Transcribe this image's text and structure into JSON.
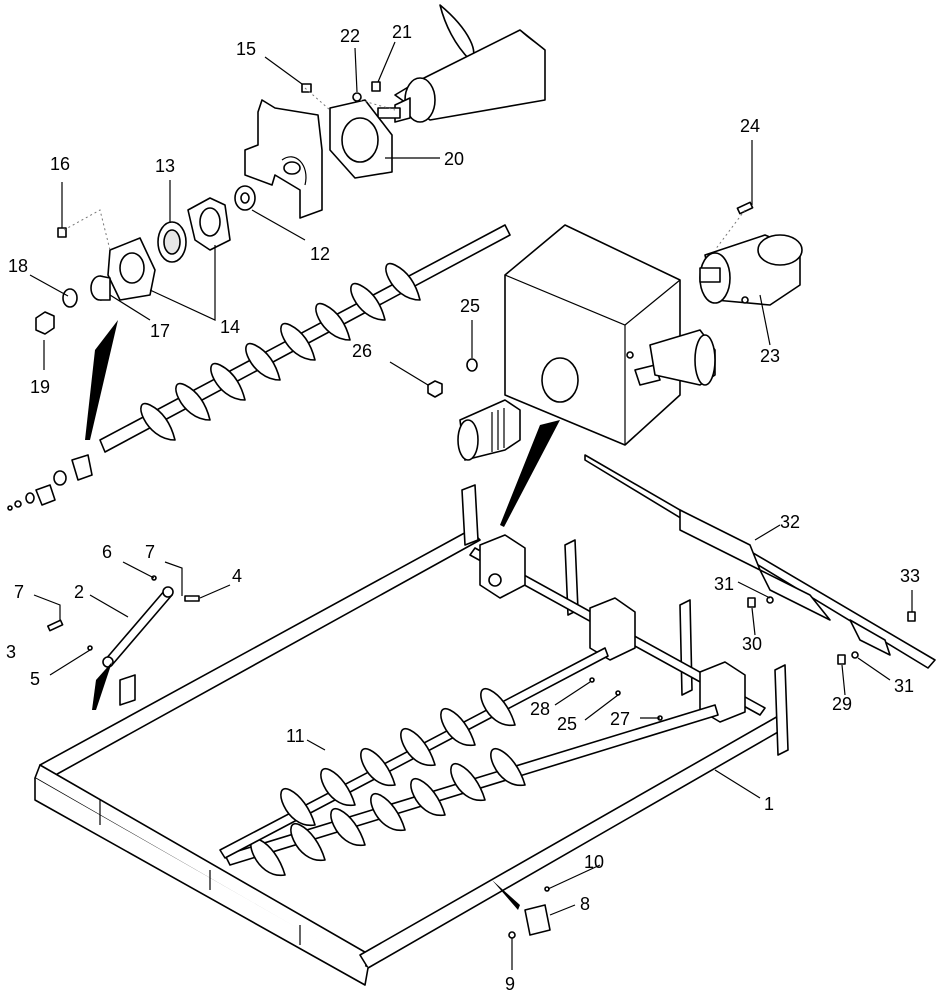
{
  "callouts": {
    "c1": "1",
    "c2": "2",
    "c3": "3",
    "c4": "4",
    "c5": "5",
    "c6": "6",
    "c7a": "7",
    "c7b": "7",
    "c8": "8",
    "c9": "9",
    "c10": "10",
    "c11": "11",
    "c12": "12",
    "c13": "13",
    "c14": "14",
    "c15": "15",
    "c16": "16",
    "c17": "17",
    "c18": "18",
    "c19": "19",
    "c20": "20",
    "c21": "21",
    "c22": "22",
    "c23": "23",
    "c24": "24",
    "c25a": "25",
    "c25b": "25",
    "c26": "26",
    "c27": "27",
    "c28": "28",
    "c29": "29",
    "c30": "30",
    "c31a": "31",
    "c31b": "31",
    "c32": "32",
    "c33": "33"
  }
}
